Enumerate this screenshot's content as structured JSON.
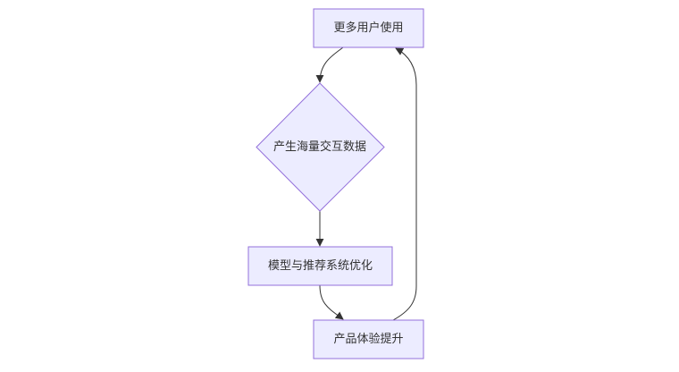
{
  "diagram": {
    "type": "flowchart",
    "direction": "top-down",
    "colors": {
      "node_fill": "#ECECFF",
      "node_stroke": "#9370DB",
      "edge": "#333333",
      "text": "#333333",
      "background": "#FFFFFF"
    },
    "nodes": [
      {
        "id": "A",
        "label": "更多用户使用",
        "shape": "rectangle"
      },
      {
        "id": "B",
        "label": "产生海量交互数据",
        "shape": "diamond"
      },
      {
        "id": "C",
        "label": "模型与推荐系统优化",
        "shape": "rectangle"
      },
      {
        "id": "D",
        "label": "产品体验提升",
        "shape": "rectangle"
      }
    ],
    "edges": [
      {
        "from": "A",
        "to": "B"
      },
      {
        "from": "B",
        "to": "C"
      },
      {
        "from": "C",
        "to": "D"
      },
      {
        "from": "D",
        "to": "A"
      }
    ]
  }
}
